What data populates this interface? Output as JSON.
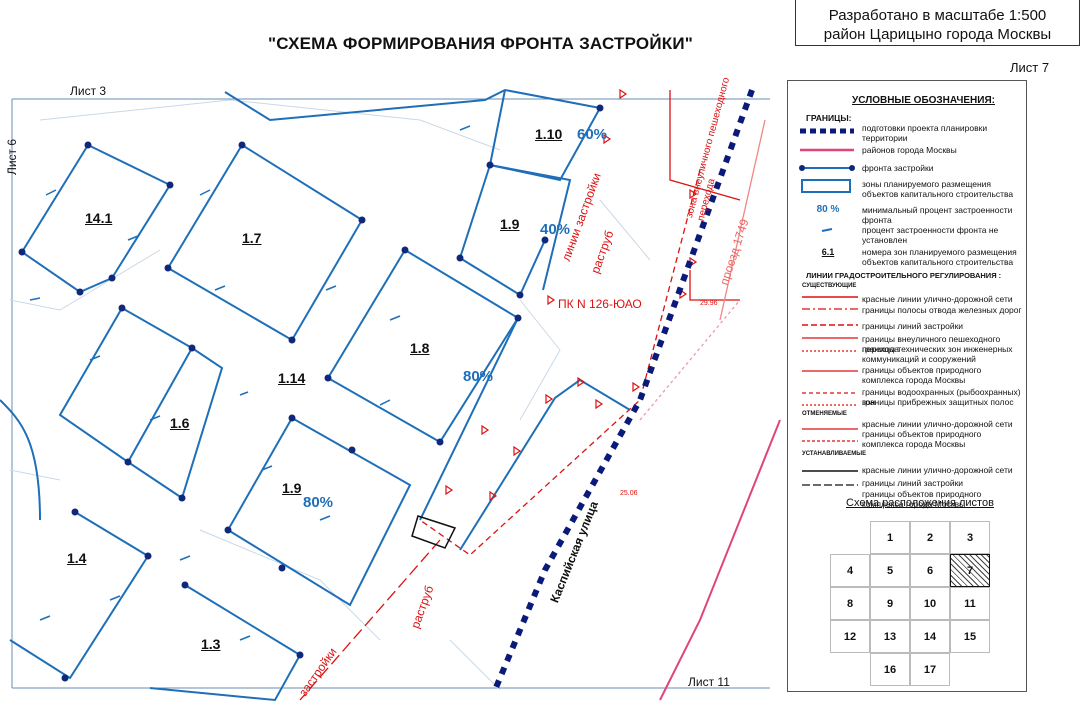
{
  "title": "\"СХЕМА ФОРМИРОВАНИЯ ФРОНТА ЗАСТРОЙКИ\"",
  "scale_text": "Разработано в масштабе 1:500",
  "district_text": "район Царицыно города Москвы",
  "sheet_label": "Лист 7",
  "neighbors": {
    "top": "Лист 3",
    "left": "Лист 6",
    "bottom": "Лист 11"
  },
  "zones": [
    {
      "id": "z14_1",
      "label": "14.1"
    },
    {
      "id": "z1_7",
      "label": "1.7"
    },
    {
      "id": "z1_10",
      "label": "1.10"
    },
    {
      "id": "z1_9a",
      "label": "1.9"
    },
    {
      "id": "z1_8",
      "label": "1.8"
    },
    {
      "id": "z1_14",
      "label": "1.14"
    },
    {
      "id": "z1_6",
      "label": "1.6"
    },
    {
      "id": "z1_9b",
      "label": "1.9"
    },
    {
      "id": "z1_4",
      "label": "1.4"
    },
    {
      "id": "z1_3",
      "label": "1.3"
    }
  ],
  "percentages": {
    "p60": "60%",
    "p40": "40%",
    "p80a": "80%",
    "p80b": "80%"
  },
  "map_texts": {
    "pk": "ПК N 126-ЮАО",
    "rastrub1": "раструб",
    "rastrub2": "раструб",
    "liniya_top": "линии застройки",
    "zastroiki_bottom": "застройки",
    "street": "Каспийская улица",
    "proezd": "проезд 1749",
    "zone_vnutr": "зона внеуличного пешеходного перехода",
    "dim1": "29.96",
    "dim2": "25.06"
  },
  "legend": {
    "title": "УСЛОВНЫЕ ОБОЗНАЧЕНИЯ:",
    "borders_head": "ГРАНИЦЫ:",
    "items": [
      {
        "key": "project",
        "text": "подготовки проекта планировки территории"
      },
      {
        "key": "districts",
        "text": "районов города Москвы"
      },
      {
        "key": "front",
        "text": "фронта застройки"
      },
      {
        "key": "zones",
        "text": "зоны планируемого размещения объектов капитального строительства"
      },
      {
        "key": "minpct",
        "sym": "80 %",
        "text": "минимальный процент застроенности фронта"
      },
      {
        "key": "notset",
        "text": "процент застроенности фронта не установлен"
      },
      {
        "key": "zonenum",
        "sym": "6.1",
        "text": "номера зон планируемого размещения объектов капитального строительства"
      }
    ],
    "reg_head": "ЛИНИИ ГРАДОСТРОИТЕЛЬНОГО РЕГУЛИРОВАНИЯ :",
    "existing_head": "СУЩЕСТВУЮЩИЕ",
    "existing": [
      "красные линии улично-дорожной сети",
      "границы полосы отвода железных дорог",
      "границы линий застройки",
      "границы внеуличного пешеходного перехода",
      "границы технических зон инженерных коммуникаций и сооружений",
      "границы объектов природного комплекса города Москвы",
      "границы водоохранных (рыбоохранных) зон",
      "границы прибрежных защитных полос"
    ],
    "cancelled_head": "ОТМЕНЯЕМЫЕ",
    "cancelled": [
      "красные линии улично-дорожной сети",
      "границы объектов природного комплекса города Москвы"
    ],
    "new_head": "УСТАНАВЛИВАЕМЫЕ",
    "new": [
      "красные линии улично-дорожной сети",
      "границы линий застройки",
      "границы объектов природного комплекса города Москвы"
    ],
    "keymap_title": "Схема расположения листов",
    "keymap": [
      "1",
      "2",
      "3",
      "4",
      "5",
      "6",
      "7",
      "8",
      "9",
      "10",
      "11",
      "12",
      "13",
      "14",
      "15",
      "16",
      "17"
    ]
  },
  "colors": {
    "front": "#1f6fb8",
    "red": "#d11",
    "pink": "#e0457a",
    "project": "#0a1a7a"
  }
}
